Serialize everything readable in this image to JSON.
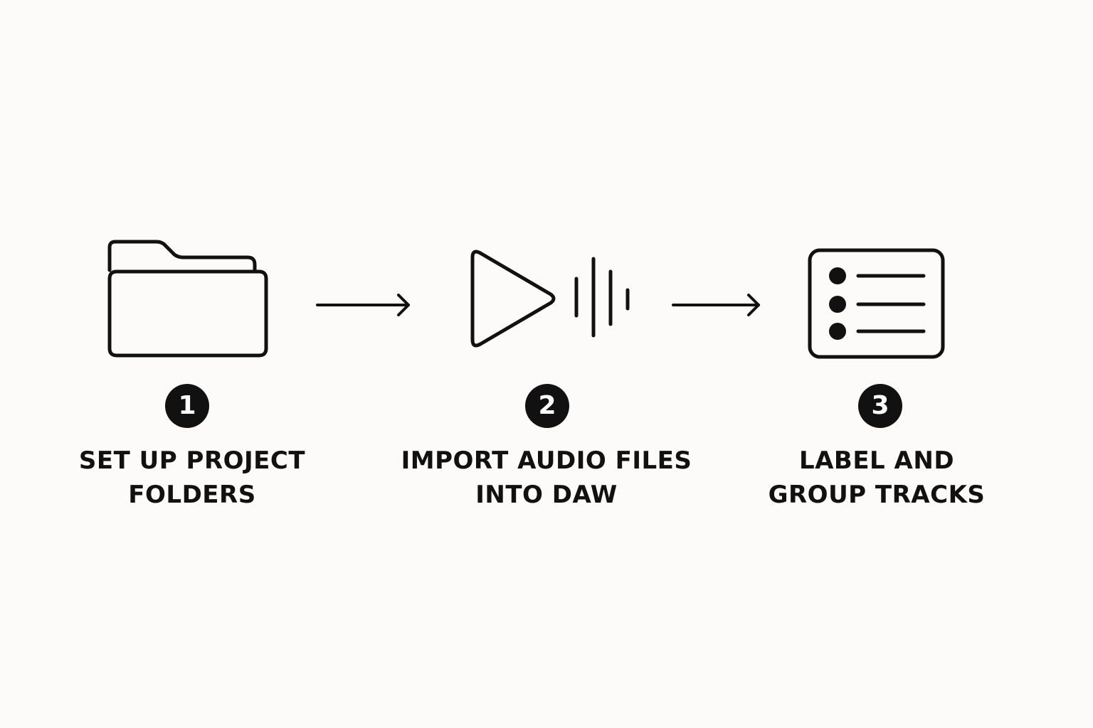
{
  "steps": [
    {
      "number": "1",
      "label_lines": [
        "SET UP PROJECT",
        "FOLDERS"
      ],
      "icon": "folder-icon"
    },
    {
      "number": "2",
      "label_lines": [
        "IMPORT AUDIO FILES",
        "INTO DAW"
      ],
      "icon": "play-audio-icon"
    },
    {
      "number": "3",
      "label_lines": [
        "LABEL AND",
        "GROUP TRACKS"
      ],
      "icon": "track-list-icon"
    }
  ],
  "colors": {
    "background": "#fcfbf9",
    "ink": "#111111",
    "badge_text": "#ffffff"
  }
}
